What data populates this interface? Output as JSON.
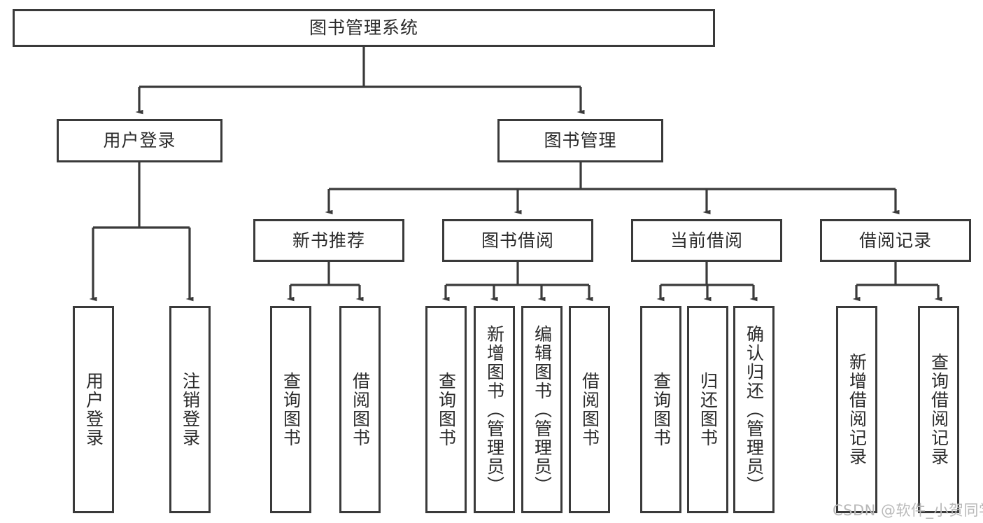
{
  "diagram": {
    "type": "hierarchy-tree",
    "title": "图书管理系统",
    "root": {
      "label": "图书管理系统"
    },
    "level2": [
      {
        "label": "用户登录"
      },
      {
        "label": "图书管理"
      }
    ],
    "level3": [
      {
        "label": "新书推荐"
      },
      {
        "label": "图书借阅"
      },
      {
        "label": "当前借阅"
      },
      {
        "label": "借阅记录"
      }
    ],
    "leaves": [
      {
        "label": "用户登录",
        "parent": "用户登录"
      },
      {
        "label": "注销登录",
        "parent": "用户登录"
      },
      {
        "label": "查询图书",
        "parent": "新书推荐"
      },
      {
        "label": "借阅图书",
        "parent": "新书推荐"
      },
      {
        "label": "查询图书",
        "parent": "图书借阅"
      },
      {
        "label": "新增图书（管理员）",
        "parent": "图书借阅"
      },
      {
        "label": "编辑图书（管理员）",
        "parent": "图书借阅"
      },
      {
        "label": "借阅图书",
        "parent": "图书借阅"
      },
      {
        "label": "查询图书",
        "parent": "当前借阅"
      },
      {
        "label": "归还图书",
        "parent": "当前借阅"
      },
      {
        "label": "确认归还（管理员）",
        "parent": "当前借阅"
      },
      {
        "label": "新增借阅记录",
        "parent": "借阅记录"
      },
      {
        "label": "查询借阅记录",
        "parent": "借阅记录"
      }
    ]
  },
  "watermark": {
    "text": "CSDN @软件_小贺同学"
  },
  "colors": {
    "border": "#3a3a3a",
    "text": "#2b2b2b",
    "background": "#ffffff",
    "watermark": "#b9b9b9"
  }
}
